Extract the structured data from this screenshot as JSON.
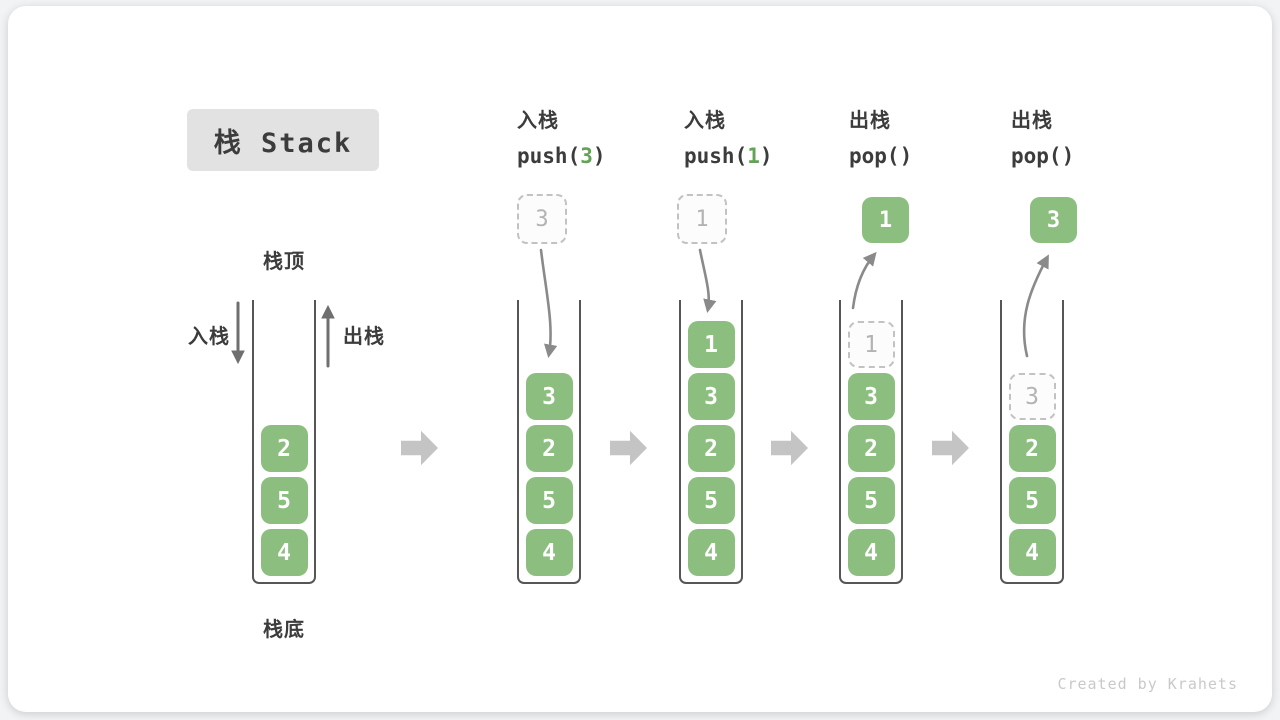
{
  "title": "栈 Stack",
  "operations": [
    {
      "name": "入栈",
      "code_pre": "push(",
      "code_arg": "3",
      "code_post": ")"
    },
    {
      "name": "入栈",
      "code_pre": "push(",
      "code_arg": "1",
      "code_post": ")"
    },
    {
      "name": "出栈",
      "code_pre": "pop()",
      "code_arg": "",
      "code_post": ""
    },
    {
      "name": "出栈",
      "code_pre": "pop()",
      "code_arg": "",
      "code_post": ""
    }
  ],
  "stack_annotations": {
    "top": "栈顶",
    "bottom": "栈底",
    "push": "入栈",
    "pop": "出栈"
  },
  "columns": [
    {
      "floating": null,
      "items": [
        {
          "value": "2"
        },
        {
          "value": "5"
        },
        {
          "value": "4"
        }
      ]
    },
    {
      "floating": {
        "value": "3",
        "style": "dashed",
        "direction": "push"
      },
      "items": [
        {
          "value": "3"
        },
        {
          "value": "2"
        },
        {
          "value": "5"
        },
        {
          "value": "4"
        }
      ]
    },
    {
      "floating": {
        "value": "1",
        "style": "dashed",
        "direction": "push"
      },
      "items": [
        {
          "value": "1"
        },
        {
          "value": "3"
        },
        {
          "value": "2"
        },
        {
          "value": "5"
        },
        {
          "value": "4"
        }
      ]
    },
    {
      "floating": {
        "value": "1",
        "style": "solid",
        "direction": "pop"
      },
      "items": [
        {
          "value": "1",
          "ghost": true
        },
        {
          "value": "3"
        },
        {
          "value": "2"
        },
        {
          "value": "5"
        },
        {
          "value": "4"
        }
      ]
    },
    {
      "floating": {
        "value": "3",
        "style": "solid",
        "direction": "pop"
      },
      "items": [
        {
          "value": "3",
          "ghost": true
        },
        {
          "value": "2"
        },
        {
          "value": "5"
        },
        {
          "value": "4"
        }
      ]
    }
  ],
  "footer": "Created by Krahets",
  "colors": {
    "green": "#8CBE80",
    "arg_green": "#63A356",
    "ink": "#3C3C3C",
    "wall": "#565656",
    "arrow_gray": "#8A8A8A",
    "block_arrow": "#C4C4C4",
    "ghost_border": "#C2C2C2",
    "ghost_text": "#B3B3B3",
    "title_bg": "#E2E2E2",
    "footer": "#C9C9C9"
  }
}
